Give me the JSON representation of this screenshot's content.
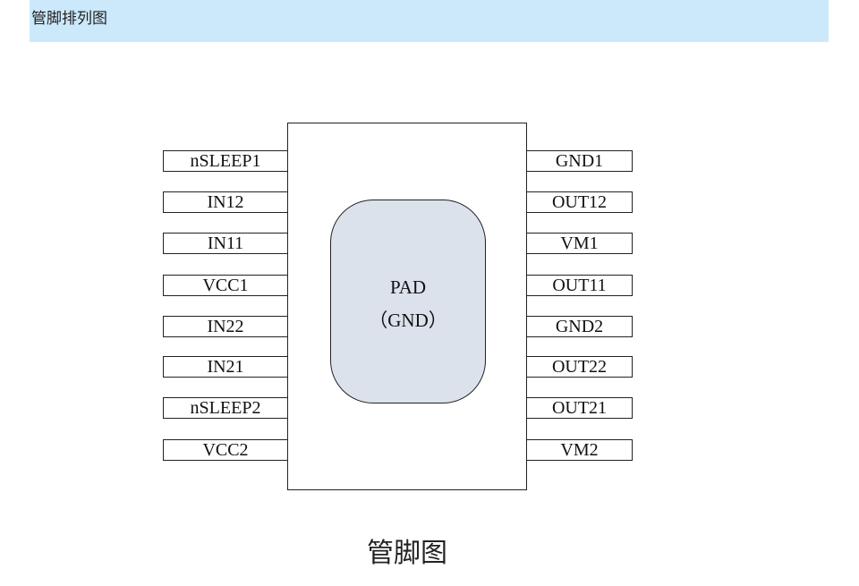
{
  "header": {
    "title": "管脚排列图"
  },
  "chip": {
    "pad_label": "PAD",
    "pad_sublabel": "（GND）",
    "left_pins": [
      "nSLEEP1",
      "IN12",
      "IN11",
      "VCC1",
      "IN22",
      "IN21",
      "nSLEEP2",
      "VCC2"
    ],
    "right_pins": [
      "GND1",
      "OUT12",
      "VM1",
      "OUT11",
      "GND2",
      "OUT22",
      "OUT21",
      "VM2"
    ],
    "pad_color": "#dbe2ec"
  },
  "caption": "管脚图",
  "colors": {
    "header_bg": "#cce9fb"
  }
}
